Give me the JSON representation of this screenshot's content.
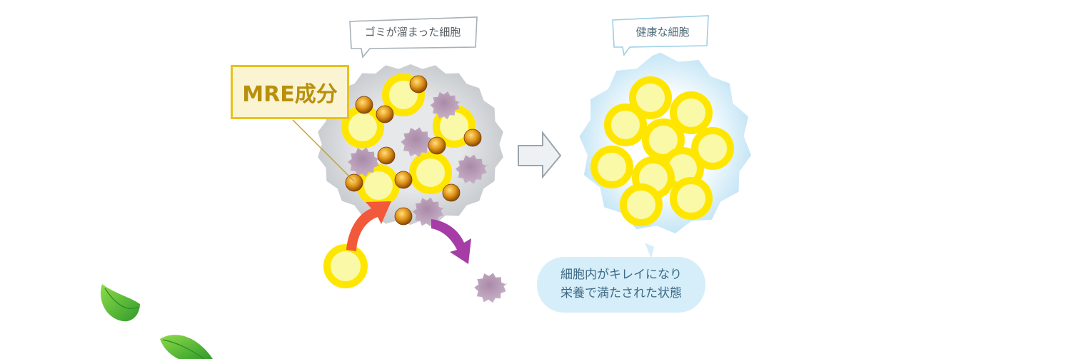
{
  "labels": {
    "dirty_cell": "ゴミが溜まった細胞",
    "healthy_cell": "健康な細胞",
    "ingredient": "MRE成分",
    "note_line1": "細胞内がキレイになり",
    "note_line2": "栄養で満たされた状態"
  },
  "colors": {
    "nutrient_yellow": "#ffe600",
    "nutrient_fill": "#f9f9a8",
    "waste_purple": "#b797b6",
    "ingredient_orange": "#d9861a",
    "arrow_in": "#f2593a",
    "arrow_out": "#a63ca6",
    "dirty_bg": "#d3d6d9",
    "healthy_bg": "#d6eef9",
    "label_gold": "#e7c21d"
  },
  "icons": [
    "leaf-icon",
    "right-arrow-icon",
    "curved-arrow-in-icon",
    "curved-arrow-out-icon"
  ]
}
